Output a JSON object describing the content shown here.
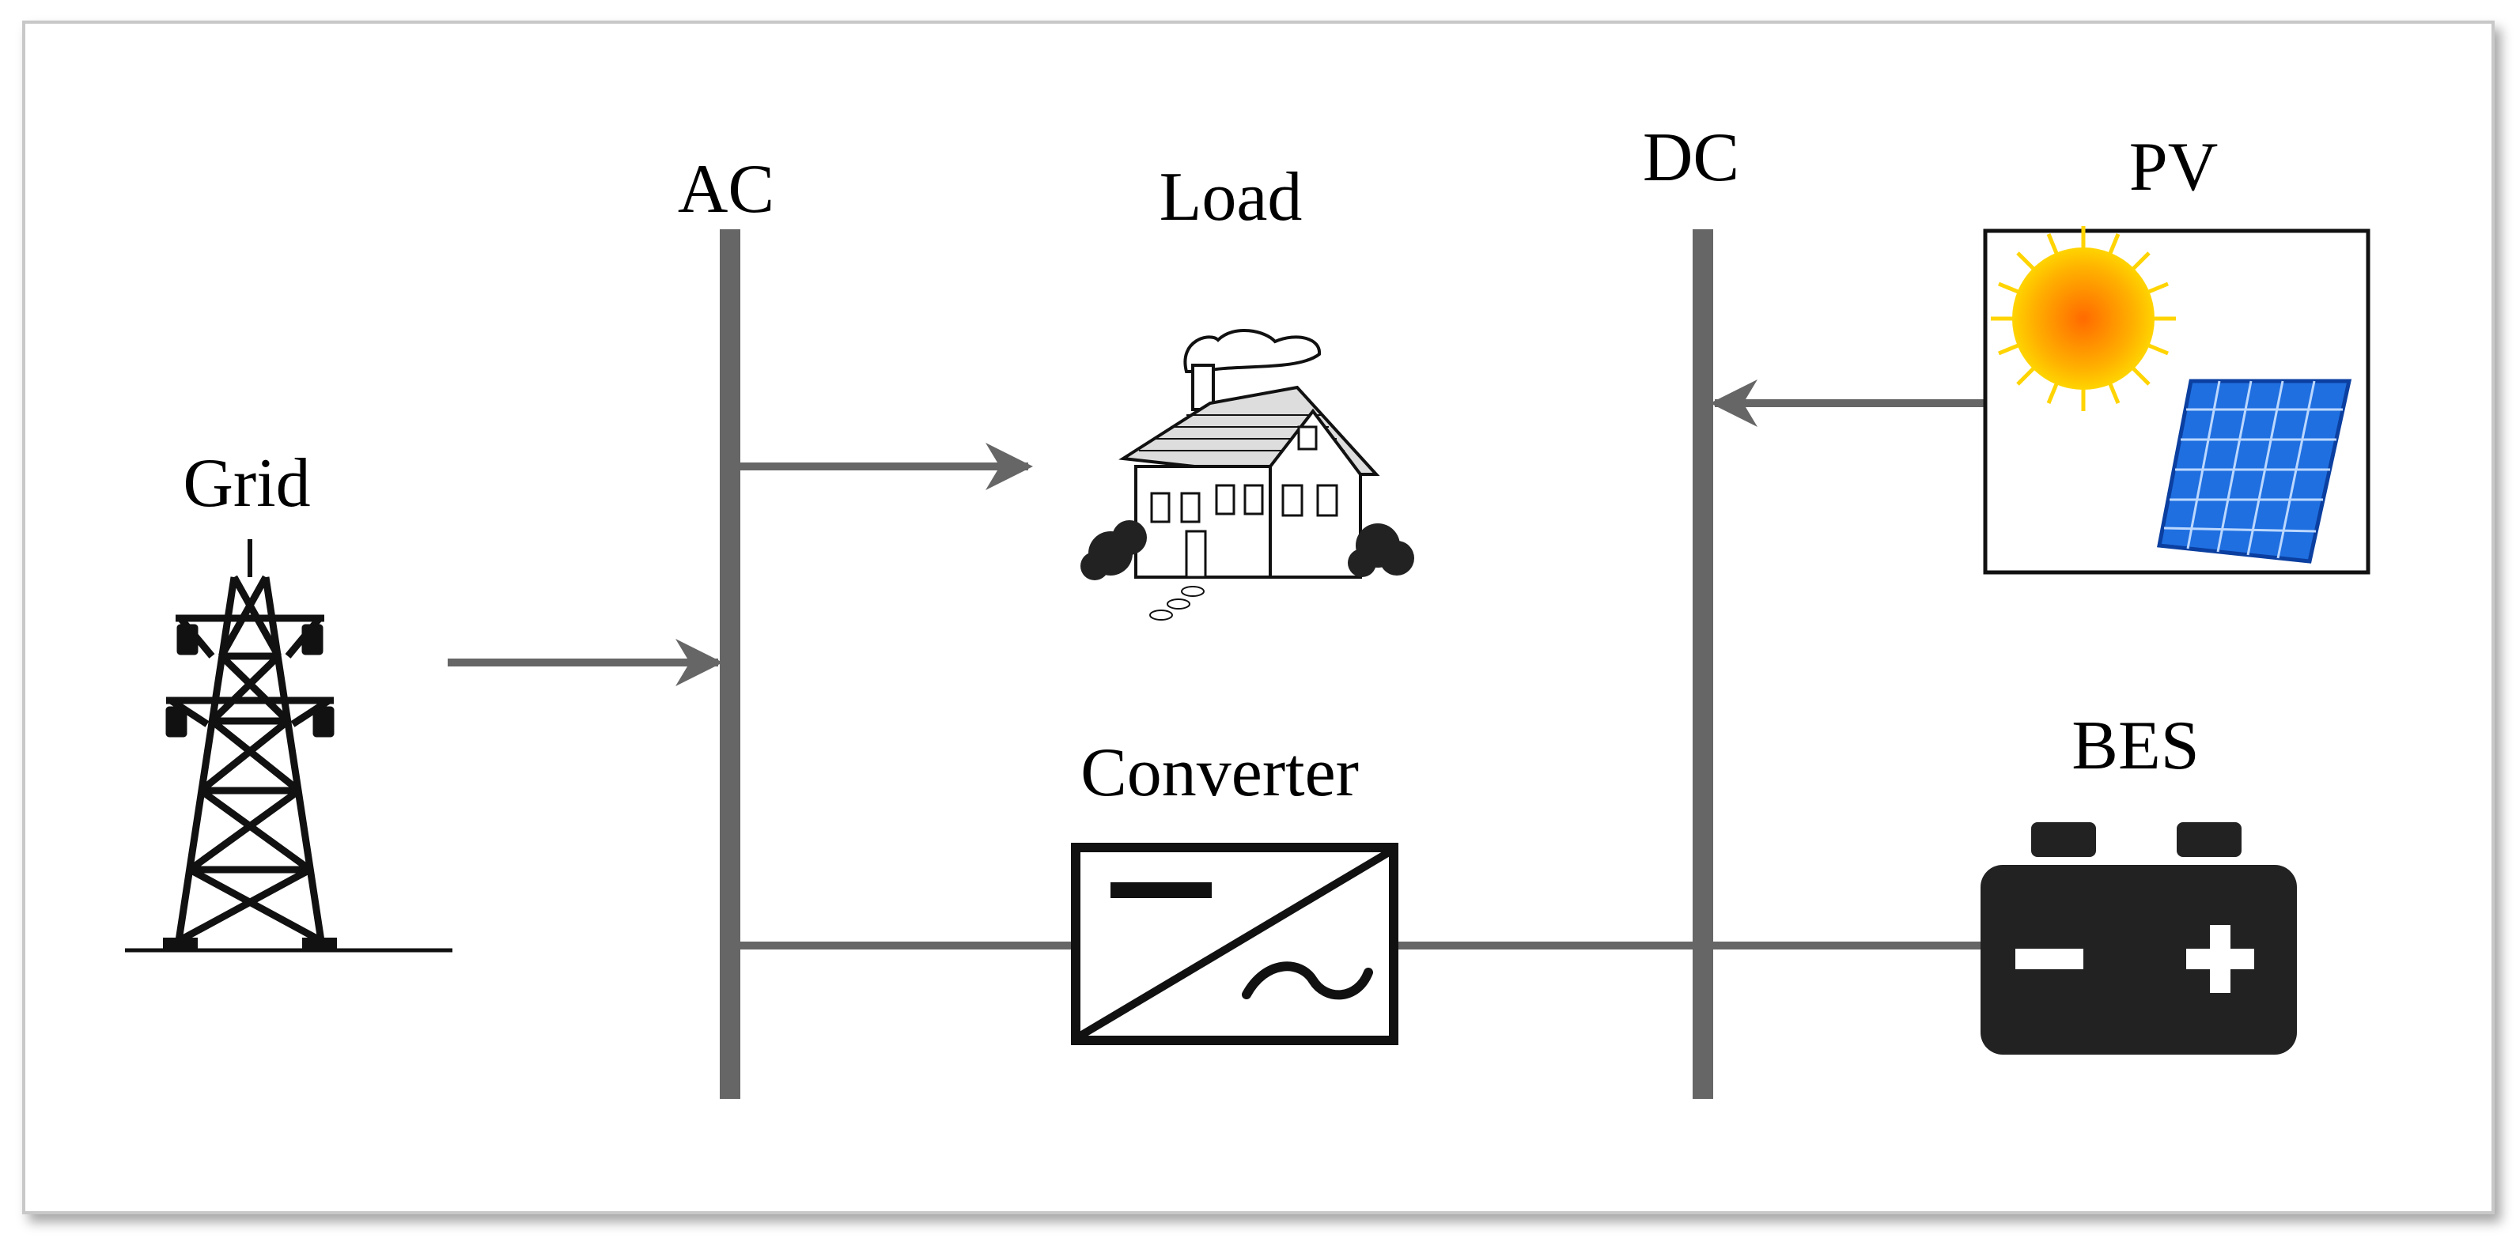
{
  "labels": {
    "grid": "Grid",
    "ac": "AC",
    "load": "Load",
    "dc": "DC",
    "pv": "PV",
    "converter": "Converter",
    "bes": "BES"
  },
  "icons": {
    "grid": "transmission-tower-icon",
    "load": "house-icon",
    "pv": "sun-and-solar-panel-icon",
    "converter": "dc-ac-converter-icon",
    "bes": "battery-icon"
  },
  "colors": {
    "bus": "#666666",
    "arrow": "#666666",
    "sun": "#ff9a00",
    "panel": "#1f6fe0",
    "battery": "#222222"
  }
}
